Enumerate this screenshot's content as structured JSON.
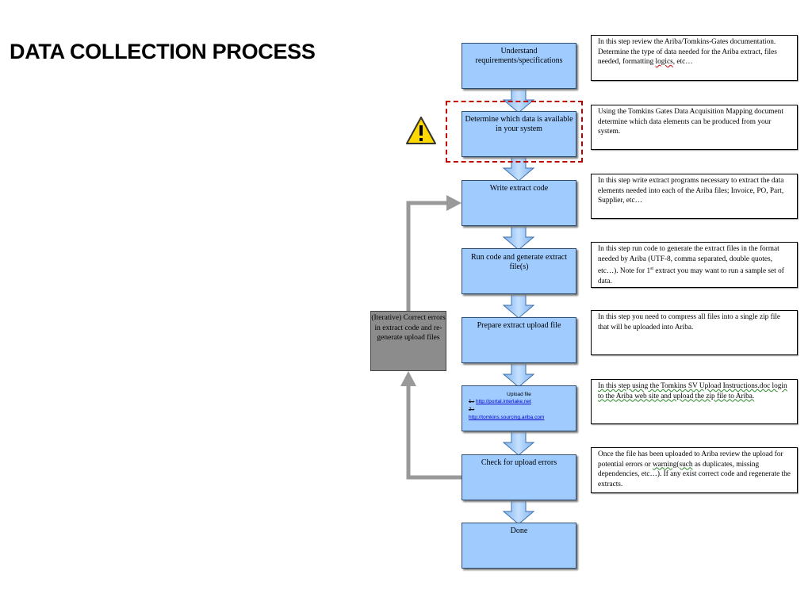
{
  "title": "DATA COLLECTION PROCESS",
  "steps": [
    {
      "label": "Understand requirements/specifications"
    },
    {
      "label": "Determine which data is available in your system"
    },
    {
      "label": "Write extract code"
    },
    {
      "label": "Run code and generate extract file(s)"
    },
    {
      "label": "Prepare extract upload file"
    },
    {
      "label": "Upload file",
      "link1_num": "1.:",
      "link1": "http://portal.interlake.net",
      "link2_num": "2.:",
      "link2": "http://tomkins.sourcing.ariba.com"
    },
    {
      "label": "Check for upload errors"
    },
    {
      "label": "Done"
    }
  ],
  "notes": {
    "n1_a": "In this step review  the Ariba/Tomkins-Gates documentation.  Determine the type of data needed  for the Ariba extract, files needed, formatting ",
    "n1_b": "logics",
    "n1_c": ", etc…",
    "n2": "Using the Tomkins Gates Data Acquisition Mapping document determine which data elements can be produced from your system.",
    "n3": "In this step write extract programs necessary  to extract the data elements needed  into each  of the Ariba files; Invoice, PO, Part, Supplier, etc…",
    "n4_a": "In this step run code to generate  the extract  files in the format needed by Ariba  (UTF-8, comma separated, double quotes, etc…).  Note for 1",
    "n4_sup": "st",
    "n4_b": " extract  you may want to run a sample set of data.",
    "n5": "In this step you need to compress all files into a single zip file that will be uploaded into Ariba.",
    "n6": "In this step using the Tomkins SV Upload Instructions.doc login to the Ariba web site and upload  the zip file to Ariba.",
    "n7_a": "Once the file has been uploaded  to Ariba review  the upload for potential errors  or ",
    "n7_b": "warning(such",
    "n7_c": "  as duplicates, missing dependencies, etc…).  If any exist correct code and regenerate  the extracts."
  },
  "iterative": "(Iterative) Correct errors in extract code and re-generate upload files",
  "colors": {
    "step_fill": "#9fcbff",
    "arrow_gray": "#999999",
    "iter_fill": "#8c8c8c",
    "highlight_border": "#c00000",
    "warning_fill": "#ffd800"
  },
  "icons": {
    "warning": "warning-triangle-icon"
  }
}
